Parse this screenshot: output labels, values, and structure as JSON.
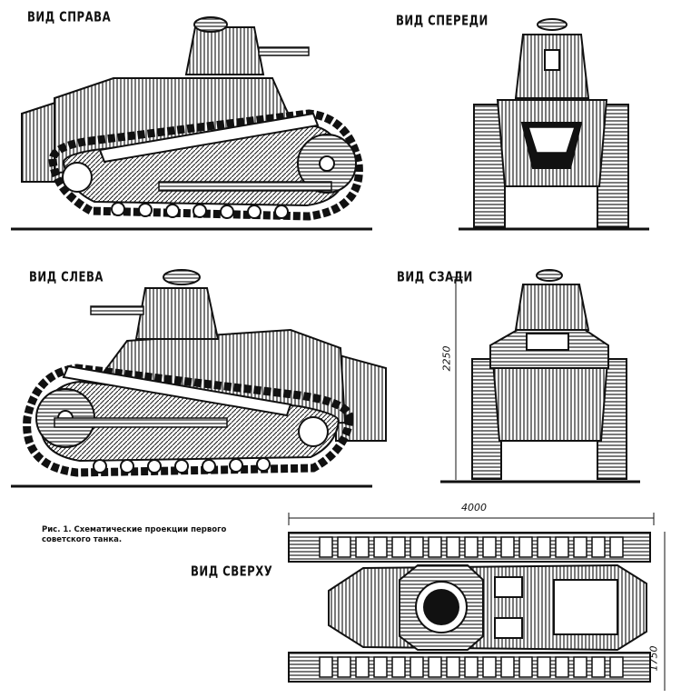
{
  "labels": {
    "right": "ВИД СПРАВА",
    "front": "ВИД СПЕРЕДИ",
    "left": "ВИД СЛЕВА",
    "rear": "ВИД СЗАДИ",
    "top": "ВИД СВЕРХУ"
  },
  "caption": "Рис. 1. Схематические проекции первого советского танка.",
  "dimensions": {
    "height": "2250",
    "length": "4000",
    "width": "1750"
  }
}
